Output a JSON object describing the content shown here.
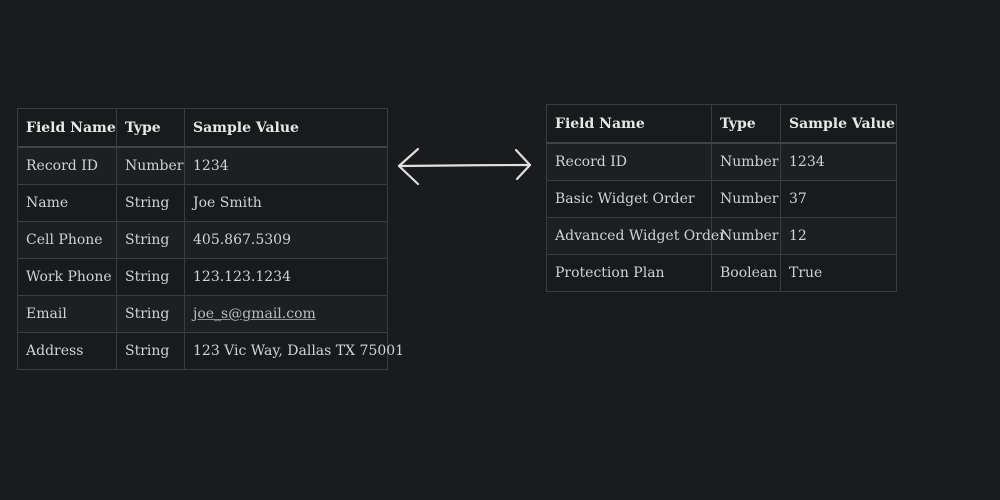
{
  "left_table": {
    "headers": [
      "Field Name",
      "Type",
      "Sample Value"
    ],
    "rows": [
      [
        "Record ID",
        "Number",
        "1234"
      ],
      [
        "Name",
        "String",
        "Joe Smith"
      ],
      [
        "Cell Phone",
        "String",
        "405.867.5309"
      ],
      [
        "Work Phone",
        "String",
        "123.123.1234"
      ],
      [
        "Email",
        "String",
        "joe_s@gmail.com"
      ],
      [
        "Address",
        "String",
        "123 Vic Way, Dallas TX 75001"
      ]
    ]
  },
  "right_table": {
    "headers": [
      "Field Name",
      "Type",
      "Sample Value"
    ],
    "rows": [
      [
        "Record ID",
        "Number",
        "1234"
      ],
      [
        "Basic Widget Order",
        "Number",
        "37"
      ],
      [
        "Advanced Widget Order",
        "Number",
        "12"
      ],
      [
        "Protection Plan",
        "Boolean",
        "True"
      ]
    ]
  },
  "connector": {
    "icon": "double-headed-arrow-icon",
    "color": "#e0e0e0"
  }
}
